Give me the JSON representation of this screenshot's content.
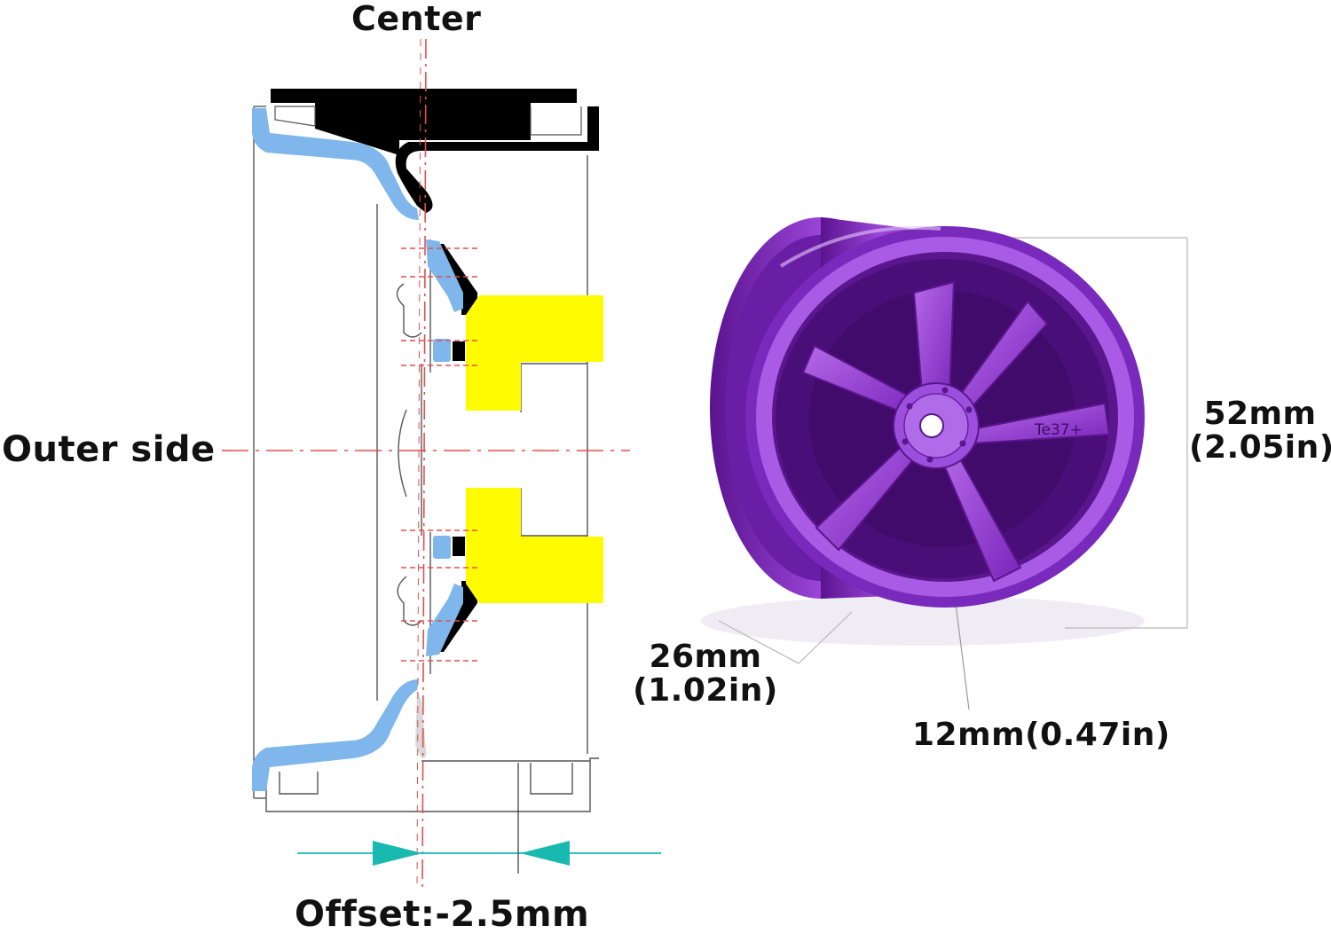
{
  "diagram": {
    "center_label": "Center",
    "outer_side_label": "Outer side",
    "offset_label": "Offset:-2.5mm"
  },
  "wheel_photo": {
    "brand_text": "Te37+",
    "rim_color": "#8f2fd0",
    "diameter": {
      "mm": "52mm",
      "inch": "(2.05in)"
    },
    "width": {
      "mm": "26mm",
      "inch": "(1.02in)"
    },
    "hex": "12mm(0.47in)"
  },
  "colors": {
    "rim_outer_profile": "#7fb6ec",
    "hub_adapter": "#fffb00",
    "center_line": "#e05050",
    "offset_arrow": "#18b9b0",
    "tire_profile": "#000000"
  }
}
